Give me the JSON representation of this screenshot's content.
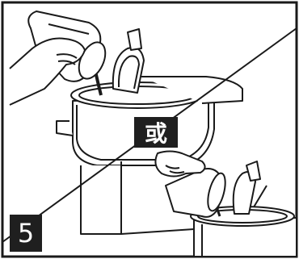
{
  "step_number": "5",
  "or_label": "或",
  "icons": {
    "scene_top": "pour-from-pitcher-illustration",
    "scene_bottom": "pour-from-cup-illustration"
  }
}
